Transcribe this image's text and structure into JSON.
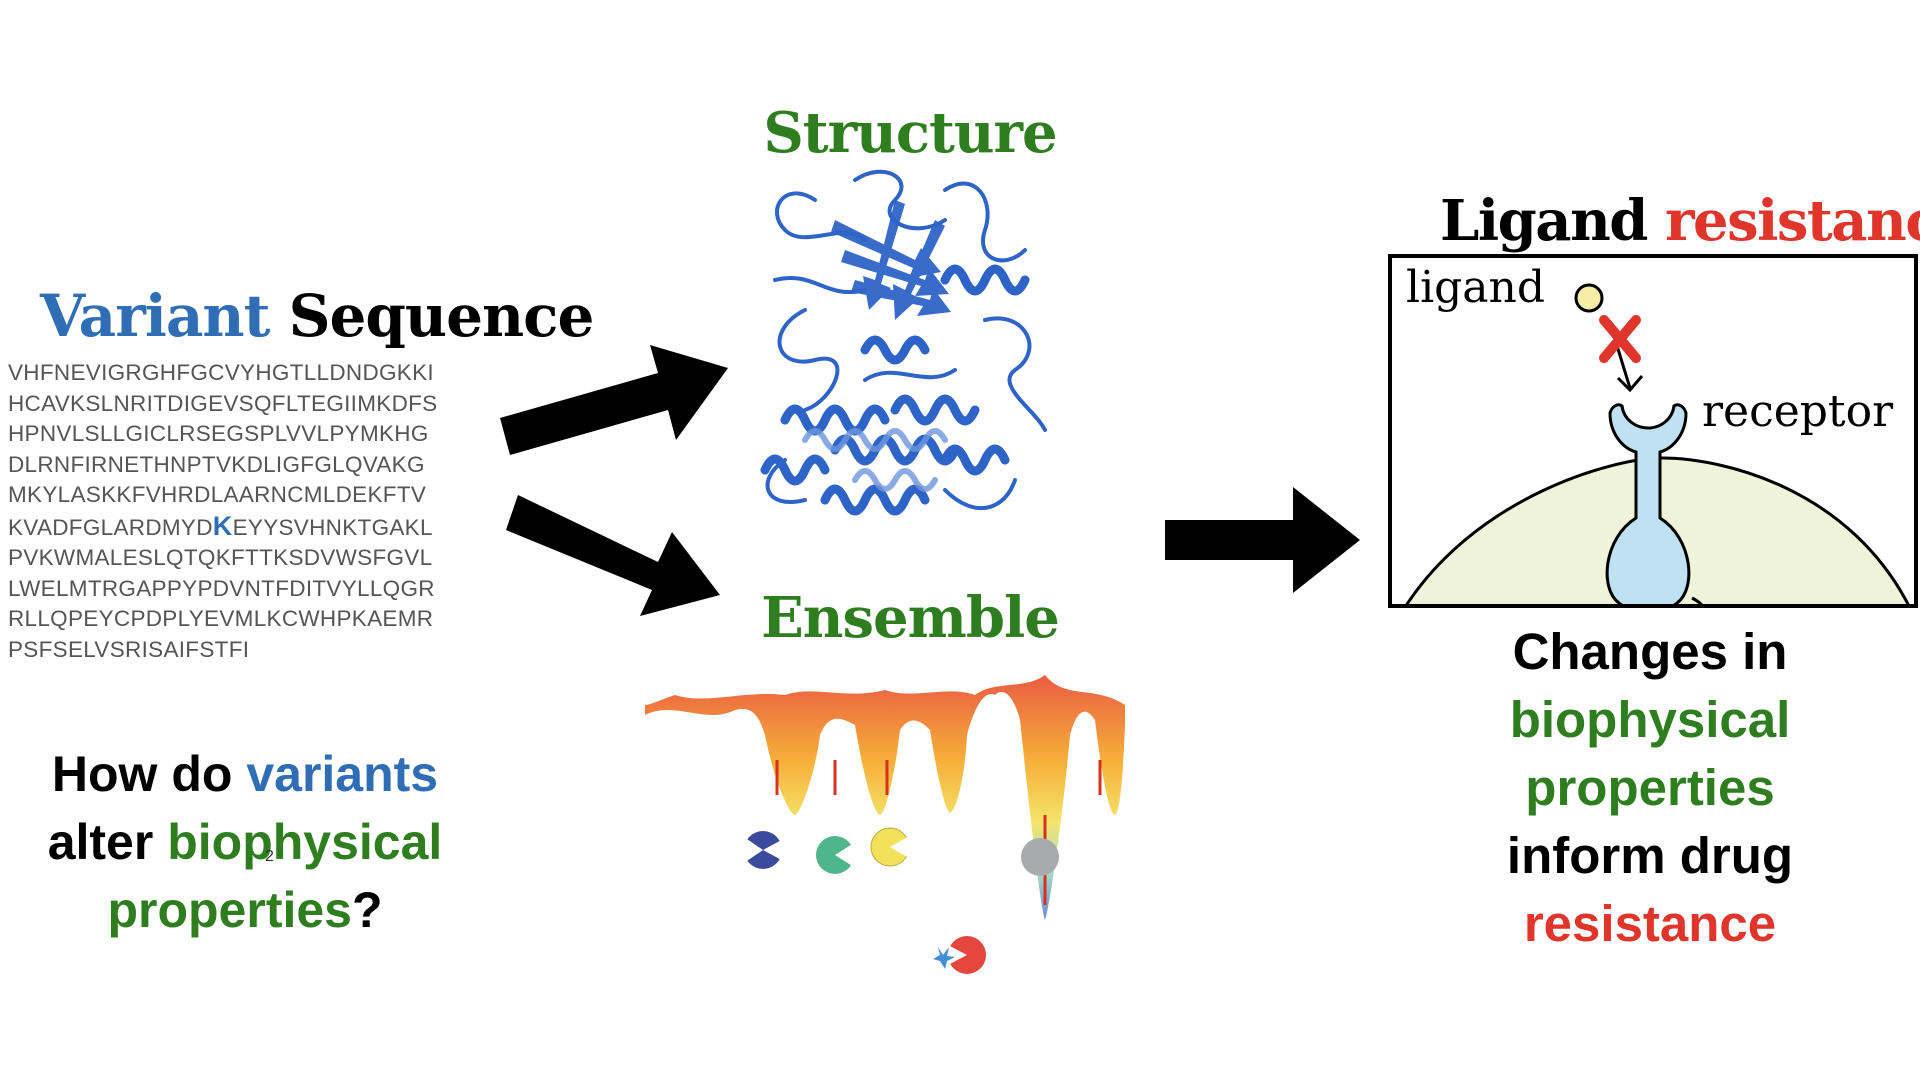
{
  "sequence_panel": {
    "title_part1": "Variant",
    "title_part2": "Sequence",
    "lines": [
      "VHFNEVIGRGHFGCVYHGTLLDNDGKKI",
      "HCAVKSLNRITDIGEVSQFLTEGIIMKDFS",
      "HPNVLSLLGICLRSEGSPLVVLPYMKHG",
      "DLRNFIRNETHNPTVKDLIGFGLQVAKG",
      "MKYLASKKFVHRDLAARNCMLDEKFTV",
      "KVADFGLARDMYD",
      "K",
      "EYYSVHNKTGAKL",
      "PVKWMALESLQTQKFTTKSDVWSFGVL",
      "LWELMTRGAPPYPDVNTFDITVYLLQGR",
      "RLLQPEYCPDPLYEVMLKCWHPKAEMR",
      "PSFSELVSRISAIFSTFI"
    ]
  },
  "question": {
    "w1": "How do",
    "w2": "variants",
    "w3": "alter",
    "w4": "biophysical",
    "w5": "properties",
    "w6": "?"
  },
  "page_number": "2",
  "structure_title": "Structure",
  "ensemble_title": "Ensemble",
  "resistance_panel": {
    "title_part1": "Ligand",
    "title_part2": "resistance",
    "ligand_label": "ligand",
    "receptor_label": "receptor"
  },
  "conclusion": {
    "l1": "Changes in",
    "l2": "biophysical",
    "l3": "properties",
    "l4": "inform drug",
    "l5": "resistance"
  },
  "colors": {
    "variant_blue": "#2F6DB5",
    "biophysical_green": "#2E7D1E",
    "resistance_red": "#E0352B",
    "protein_blue": "#2E64C8",
    "cell_fill": "#EEF3DA",
    "receptor_fill": "#BFE1F2",
    "ligand_fill": "#F7EDA6"
  }
}
